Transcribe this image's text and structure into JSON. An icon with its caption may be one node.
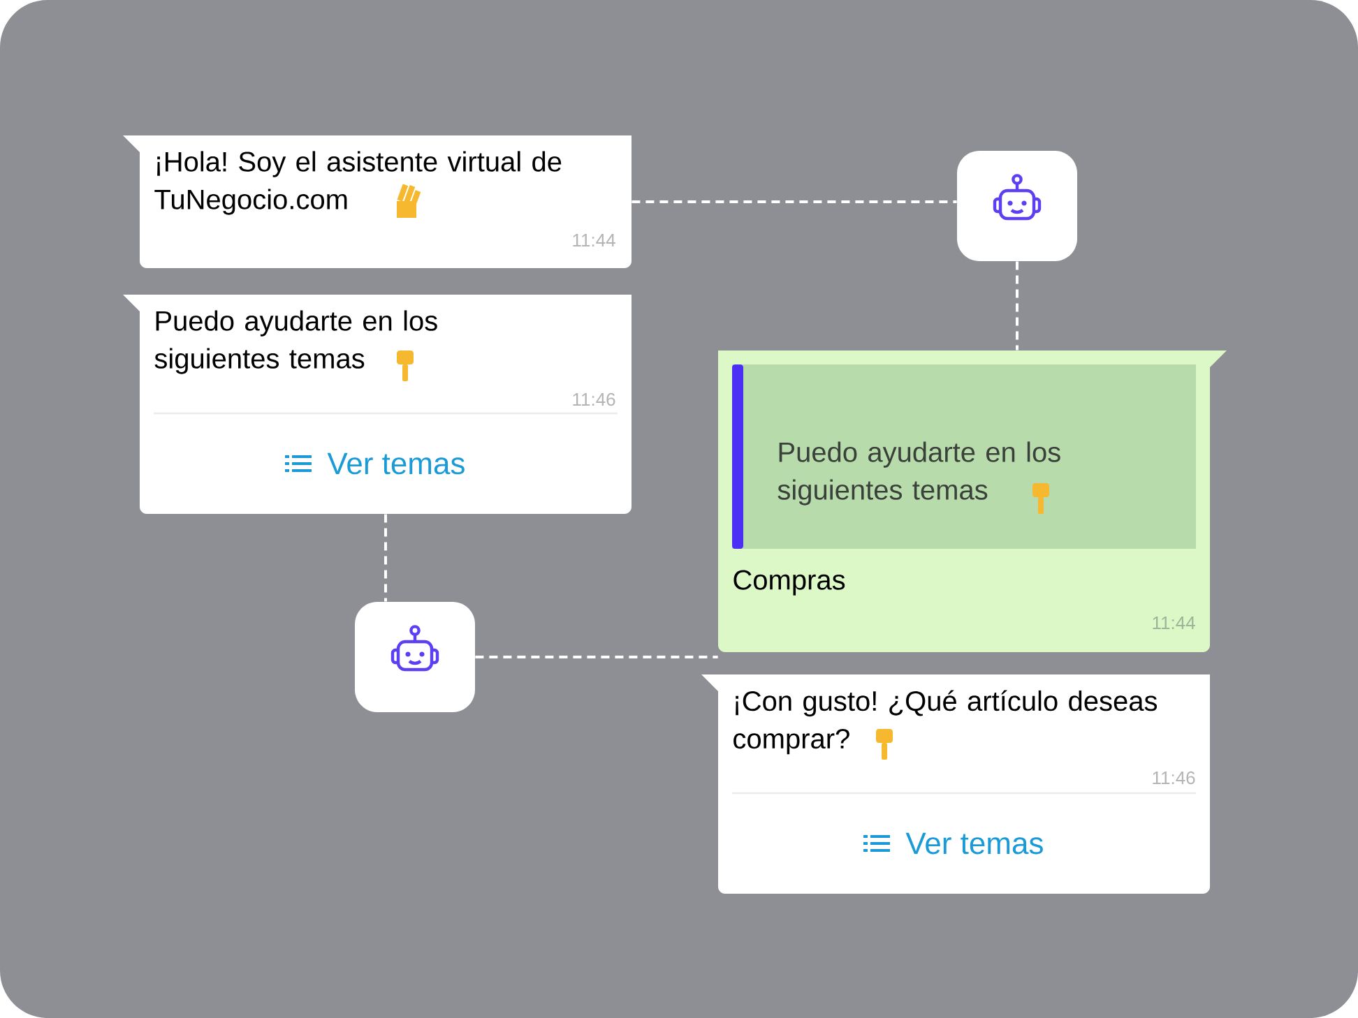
{
  "diagram": {
    "nodes": [
      {
        "text": [
          "¡Hola! Soy el asistente virtual de TuNegocio.com",
          "11:44"
        ]
      },
      {
        "text": [
          "Puedo ayudarte en los siguientes temas",
          "11:46",
          "Ver temas"
        ]
      },
      {
        "text": [],
        "shape": "picture"
      },
      {
        "text": [
          "Compras",
          "11:44"
        ]
      },
      {
        "text": [
          "Puedo ayudarte en los siguientes temas"
        ],
        "in": 3
      },
      {
        "text": [],
        "shape": "picture"
      },
      {
        "text": [
          "¡Con gusto! ¿Qué artículo deseas comprar?",
          "11:46",
          "Ver temas"
        ]
      }
    ],
    "edges": [
      {
        "from": 0,
        "to": 2,
        "arrow": "none",
        "style": "dashed"
      },
      {
        "from": 2,
        "to": 3,
        "arrow": "none",
        "style": "dashed"
      },
      {
        "from": 1,
        "to": 5,
        "arrow": "none",
        "style": "dashed"
      },
      {
        "from": 5,
        "to": 6,
        "arrow": "none",
        "style": "dashed"
      }
    ]
  }
}
